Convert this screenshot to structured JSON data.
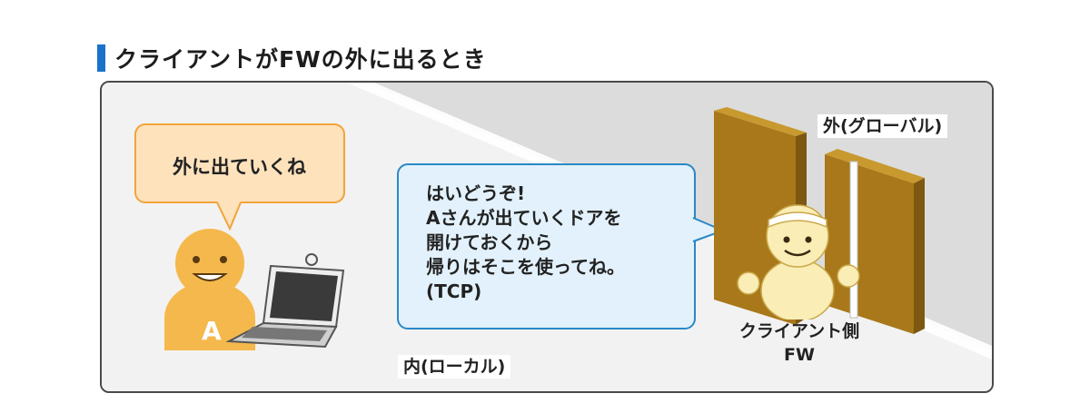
{
  "title": "クライアントがFWの外に出るとき",
  "client_bubble": "外に出ていくね",
  "fw_bubble_lines": [
    "はいどうぞ!",
    "Aさんが出ていくドアを",
    "開けておくから",
    "帰りはそこを使ってね。",
    "(TCP)"
  ],
  "outside_label": "外(グローバル)",
  "inside_label": "内(ローカル)",
  "fw_label_line1": "クライアント側",
  "fw_label_line2": "FW",
  "client_letter": "A",
  "colors": {
    "title_bar": "#1a73c8",
    "client_orange": "#f5b84c",
    "client_bubble_fill": "#fde2bc",
    "fw_bubble_fill": "#e2f1fb",
    "fw_bubble_border": "#2a88c8",
    "door": "#a8781a",
    "outside_area": "#dcdcdc"
  }
}
